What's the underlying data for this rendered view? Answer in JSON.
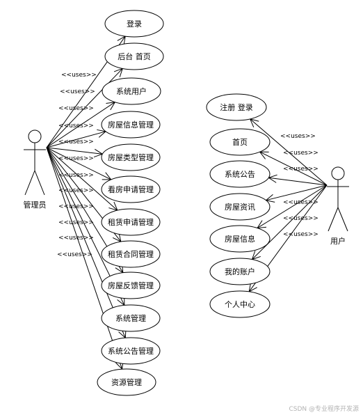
{
  "relation_label": "<<uses>>",
  "admin": {
    "name": "管理员",
    "use_cases": [
      "登录",
      "后台 首页",
      "系统用户",
      "房屋信息管理",
      "房屋类型管理",
      "看房申请管理",
      "租赁申请管理",
      "租赁合同管理",
      "房屋反馈管理",
      "系统管理",
      "系统公告管理",
      "资源管理"
    ]
  },
  "user": {
    "name": "用户",
    "use_cases": [
      "注册 登录",
      "首页",
      "系统公告",
      "房屋资讯",
      "房屋信息",
      "我的账户",
      "个人中心"
    ]
  },
  "watermark": "CSDN @专业程序开发源"
}
